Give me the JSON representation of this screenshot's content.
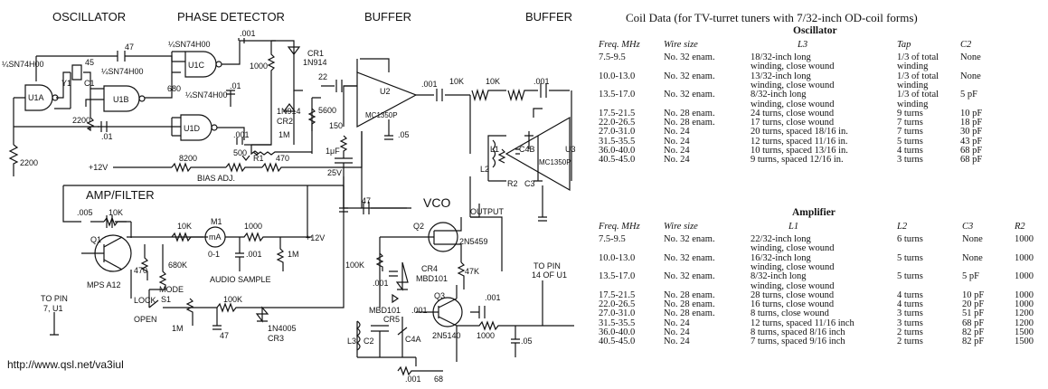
{
  "schematic": {
    "headings": [
      "OSCILLATOR",
      "PHASE DETECTOR",
      "BUFFER",
      "BUFFER"
    ],
    "amp_filter_heading": "AMP/FILTER",
    "vco_heading": "VCO",
    "labels": {
      "u1a": "U1A",
      "u1b": "U1B",
      "u1c": "U1C",
      "u1d": "U1D",
      "u2": "U2",
      "u3": "U3",
      "gate_a": "¼SN74H00",
      "gate_b": "¼SN74H00",
      "gate_c": "¼SN74H00",
      "gate_d": "¼SN74H00",
      "mc_u2": "MC1350P",
      "mc_u3": "MC1350P",
      "y1": "Y1",
      "c1": "C1",
      "cap45": "45",
      "cap47a": "47",
      "r2200a": "2200",
      "r2200b": "2200",
      "c01a": ".01",
      "c001a": ".001",
      "r1000a": "1000",
      "r680": "680",
      "cr1": "CR1",
      "in914a": "1N914",
      "in914b": "1N914",
      "cr2": "CR2",
      "c01b": ".01",
      "c001b": ".001",
      "r1m_a": "1M",
      "r5600": "5600",
      "c22": "22",
      "r150": "150",
      "c05a": ".05",
      "c001c": ".001",
      "r10k_a": "10K",
      "r10k_b": "10K",
      "c001d": ".001",
      "bias_v": "+12V",
      "r8200": "8200",
      "r500": "500",
      "r1": "R1",
      "r470a": "470",
      "bias_adj": "BIAS ADJ.",
      "c1uf": "1μF",
      "c25v": "25V",
      "l1": "L1",
      "l2": "L2",
      "c4b": "C4B",
      "r2": "R2",
      "c3": "C3",
      "output": "OUTPUT",
      "c005": ".005",
      "r10k_c": "10K",
      "q1": "Q1",
      "mps": "MPS A12",
      "r470b": "470",
      "r680k": "680K",
      "r10k_d": "10K",
      "m1": "M1",
      "ma": "mA",
      "meter_range": "0-1",
      "r1000b": "1000",
      "v12b": "+12V",
      "c001e": ".001",
      "r1m_b": "1M",
      "audio": "AUDIO SAMPLE",
      "mode": "MODE",
      "s1": "S1",
      "lock": "LOCK",
      "open": "OPEN",
      "r100k": "100K",
      "r1m_c": "1M",
      "c47b": "47",
      "in4005": "1N4005",
      "cr3": "CR3",
      "to_pin7": "TO PIN",
      "to_pin7b": "7, U1",
      "c47c": "47",
      "q2": "Q2",
      "n5459": "2N5459",
      "r100k_b": "100K",
      "r47k": "47K",
      "c001f": ".001",
      "cr4": "CR4",
      "mbd_a": "MBD101",
      "mbd_b": "MBD101",
      "cr5": "CR5",
      "c001g": ".001",
      "q3": "Q3",
      "n5140": "2N5140",
      "c001h": ".001",
      "r1000c": "1000",
      "c05b": ".05",
      "to_pin14": "TO PIN",
      "to_pin14b": "14 OF U1",
      "l3": "L3",
      "c2": "C2",
      "c4a": "C4A",
      "c001i": ".001",
      "r68": "68"
    }
  },
  "url": "http://www.qsl.net/va3iul",
  "tables": {
    "title": "Coil Data (for TV-turret tuners with 7/32-inch OD-coil forms)",
    "oscillator": {
      "title": "Oscillator",
      "headers": [
        "Freq. MHz",
        "Wire size",
        "L3",
        "Tap",
        "C2"
      ],
      "rows": [
        [
          "7.5-9.5",
          "No. 32 enam.",
          "18/32-inch long",
          "1/3 of total",
          "None"
        ],
        [
          "",
          "",
          "winding, close wound",
          "winding",
          ""
        ],
        [
          "10.0-13.0",
          "No. 32 enam.",
          "13/32-inch long",
          "1/3 of total",
          "None"
        ],
        [
          "",
          "",
          "winding, close wound",
          "winding",
          ""
        ],
        [
          "13.5-17.0",
          "No. 32 enam.",
          "8/32-inch long",
          "1/3 of total",
          "5 pF"
        ],
        [
          "",
          "",
          "winding, close wound",
          "winding",
          ""
        ],
        [
          "17.5-21.5",
          "No. 28 enam.",
          "24 turns, close wound",
          "9 turns",
          "10 pF"
        ],
        [
          "22.0-26.5",
          "No. 28 enam.",
          "17 turns, close wound",
          "7 turns",
          "18 pF"
        ],
        [
          "27.0-31.0",
          "No. 24",
          "20 turns, spaced 18/16 in.",
          "7 turns",
          "30 pF"
        ],
        [
          "31.5-35.5",
          "No. 24",
          "12 turns, spaced 11/16 in.",
          "5 turns",
          "43 pF"
        ],
        [
          "36.0-40.0",
          "No. 24",
          "10 turns, spaced 13/16 in.",
          "4 turns",
          "68 pF"
        ],
        [
          "40.5-45.0",
          "No. 24",
          "9 turns, spaced 12/16 in.",
          "3 turns",
          "68 pF"
        ]
      ]
    },
    "amplifier": {
      "title": "Amplifier",
      "headers": [
        "Freq. MHz",
        "Wire size",
        "L1",
        "L2",
        "C3",
        "R2"
      ],
      "rows": [
        [
          "7.5-9.5",
          "No. 32 enam.",
          "22/32-inch long",
          "6 turns",
          "None",
          "1000"
        ],
        [
          "",
          "",
          "winding, close wound",
          "",
          "",
          ""
        ],
        [
          "10.0-13.0",
          "No. 32 enam.",
          "16/32-inch long",
          "5 turns",
          "None",
          "1000"
        ],
        [
          "",
          "",
          "winding, close wound",
          "",
          "",
          ""
        ],
        [
          "13.5-17.0",
          "No. 32 enam.",
          "8/32-inch long",
          "5 turns",
          "5 pF",
          "1000"
        ],
        [
          "",
          "",
          "winding, close wound",
          "",
          "",
          ""
        ],
        [
          "17.5-21.5",
          "No. 28 enam.",
          "28 turns, close wound",
          "4 turns",
          "10 pF",
          "1000"
        ],
        [
          "22.0-26.5",
          "No. 28 enam.",
          "16 turns, close wound",
          "4 turns",
          "20 pF",
          "1000"
        ],
        [
          "27.0-31.0",
          "No. 28 enam.",
          "8 turns, close wound",
          "3 turns",
          "51 pF",
          "1200"
        ],
        [
          "31.5-35.5",
          "No. 24",
          "12 turns, spaced 11/16 inch",
          "3 turns",
          "68 pF",
          "1200"
        ],
        [
          "36.0-40.0",
          "No. 24",
          "8 turns, spaced 8/16 inch",
          "2 turns",
          "82 pF",
          "1500"
        ],
        [
          "40.5-45.0",
          "No. 24",
          "7 turns, spaced 9/16 inch",
          "2 turns",
          "82 pF",
          "1500"
        ]
      ]
    }
  }
}
